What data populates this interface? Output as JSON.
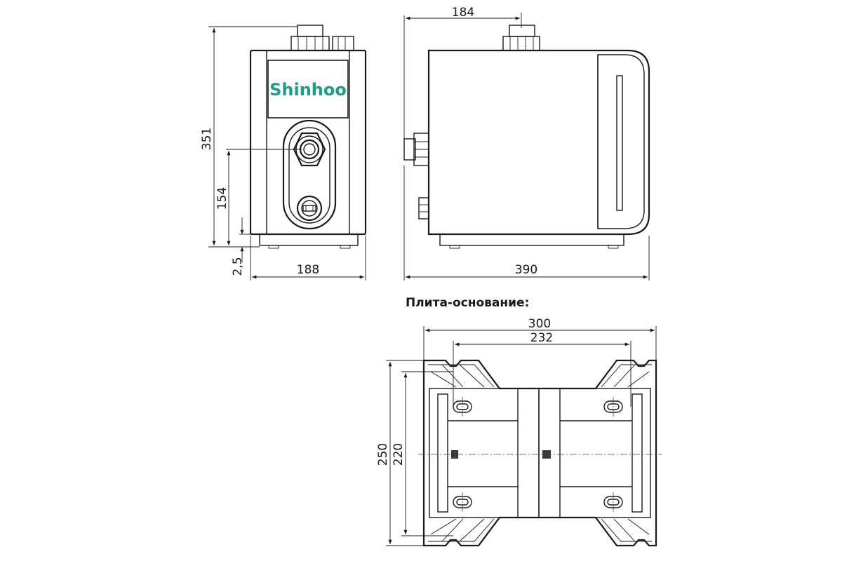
{
  "brand": {
    "logo_text": "Shinhoo",
    "logo_color": "#1a9e8a"
  },
  "front_view": {
    "dim_height_total": "351",
    "dim_height_outlet": "154",
    "dim_base_gap": "2,5",
    "dim_width": "188"
  },
  "side_view": {
    "dim_inlet_offset": "184",
    "dim_length": "390"
  },
  "base_plate": {
    "caption": "Плита-основание:",
    "dim_outer_width": "300",
    "dim_hole_spacing_x": "232",
    "dim_outer_depth": "250",
    "dim_hole_spacing_y": "220"
  }
}
